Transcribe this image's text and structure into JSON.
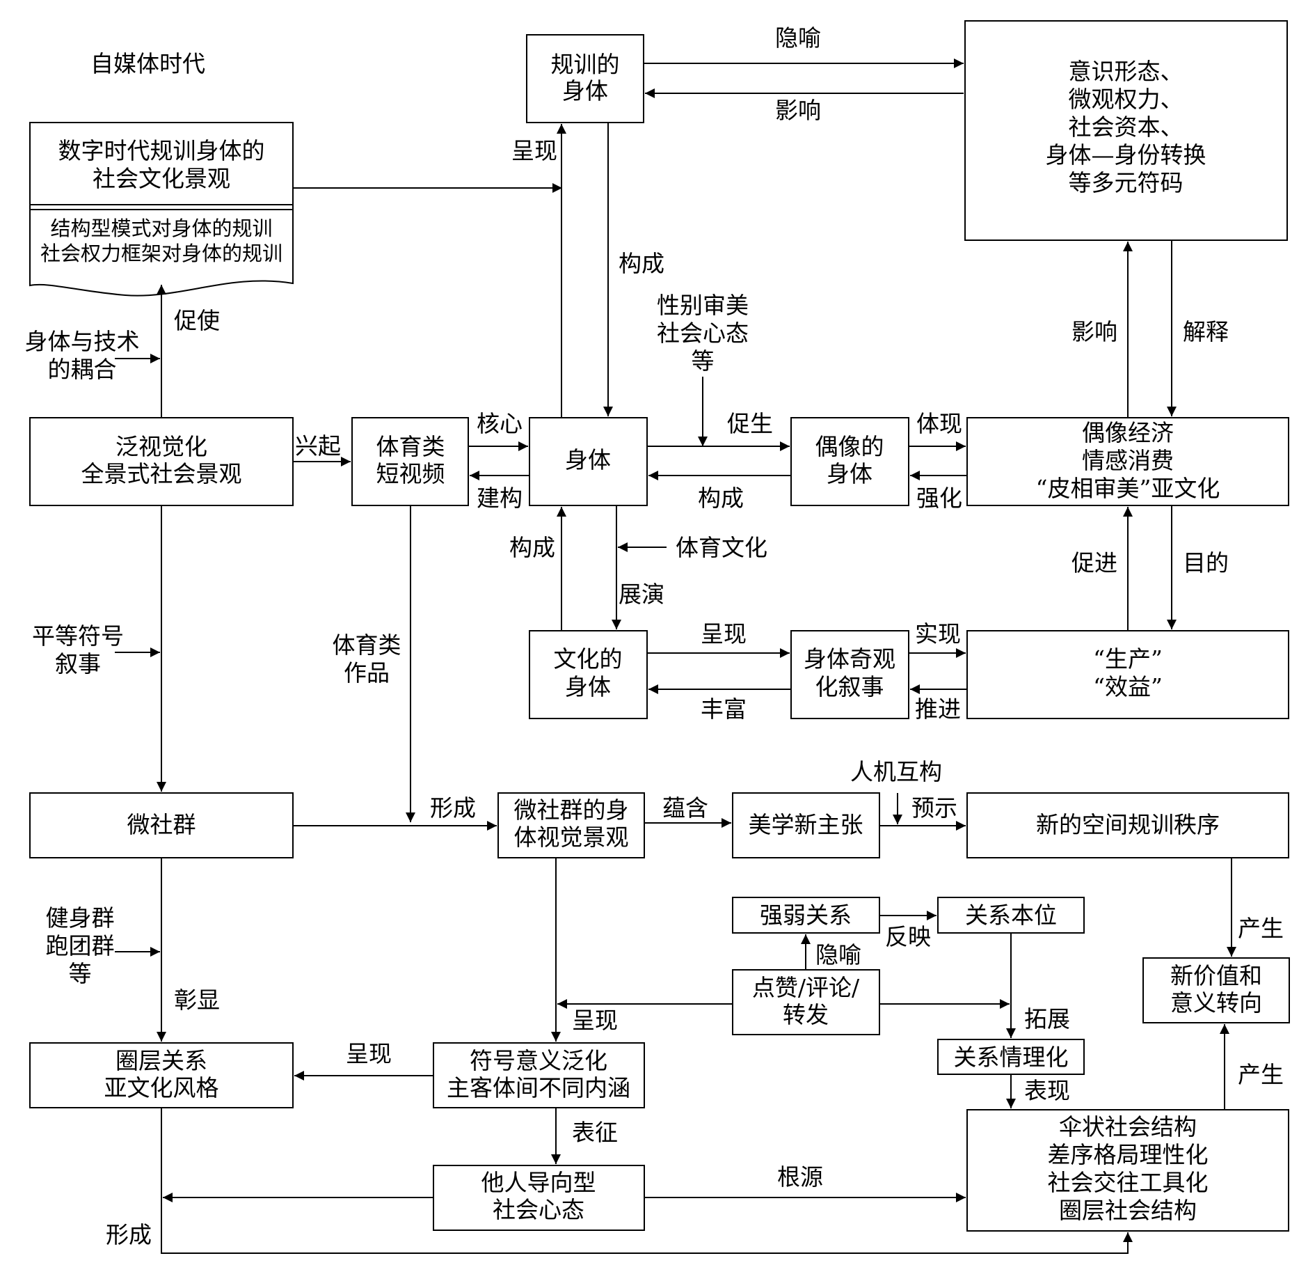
{
  "title": "自媒体时代",
  "boxes": {
    "disciplined_body": [
      "规训的",
      "身体"
    ],
    "codes": [
      "意识形态、",
      "微观权力、",
      "社会资本、",
      "身体—身份转换",
      "等多元符码"
    ],
    "doc_title": [
      "数字时代规训身体的",
      "社会文化景观"
    ],
    "doc_body": [
      "结构型模式对身体的规训",
      "社会权力框架对身体的规训"
    ],
    "pan_visual": [
      "泛视觉化",
      "全景式社会景观"
    ],
    "sports_short_video": [
      "体育类",
      "短视频"
    ],
    "body": [
      "身体"
    ],
    "idol_body": [
      "偶像的",
      "身体"
    ],
    "idol_economy": [
      "偶像经济",
      "情感消费",
      "“皮相审美”亚文化"
    ],
    "cultural_body": [
      "文化的",
      "身体"
    ],
    "spectacle_narrative": [
      "身体奇观",
      "化叙事"
    ],
    "production_benefit": [
      "“生产”",
      "“效益”"
    ],
    "micro_community": [
      "微社群"
    ],
    "micro_visual": [
      "微社群的身",
      "体视觉景观"
    ],
    "aesthetic": [
      "美学新主张"
    ],
    "new_order": [
      "新的空间规训秩序"
    ],
    "strong_weak": [
      "强弱关系"
    ],
    "relation_based": [
      "关系本位"
    ],
    "like_comment": [
      "点赞/评论/",
      "转发"
    ],
    "relation_reason": [
      "关系情理化"
    ],
    "new_value": [
      "新价值和",
      "意义转向"
    ],
    "circle": [
      "圈层关系",
      "亚文化风格"
    ],
    "symbol": [
      "符号意义泛化",
      "主客体间不同内涵"
    ],
    "other_directed": [
      "他人导向型",
      "社会心态"
    ],
    "umbrella": [
      "伞状社会结构",
      "差序格局理性化",
      "社会交往工具化",
      "圈层社会结构"
    ]
  },
  "labels": {
    "metaphor_top": "隐喻",
    "influence_top": "影响",
    "present_1": "呈现",
    "constitute_1": "构成",
    "promote_doc": "促使",
    "body_tech": [
      "身体与技术",
      "的耦合"
    ],
    "gender": [
      "性别审美",
      "社会心态",
      "等"
    ],
    "influence_right": "影响",
    "explain": "解释",
    "rise": "兴起",
    "core": "核心",
    "construct": "建构",
    "give_birth": "促生",
    "constitute_2": "构成",
    "embody": "体现",
    "strengthen": "强化",
    "constitute_3": "构成",
    "sports_culture": "体育文化",
    "unfold": "展演",
    "promote": "促进",
    "purpose": "目的",
    "equal_symbol": [
      "平等符号",
      "叙事"
    ],
    "sports_works": [
      "体育类",
      "作品"
    ],
    "present_2": "呈现",
    "enrich": "丰富",
    "realize": "实现",
    "advance": "推进",
    "human_machine": "人机互构",
    "form_1": "形成",
    "contain": "蕴含",
    "foreshadow": "预示",
    "fitness_groups": [
      "健身群",
      "跑团群",
      "等"
    ],
    "highlight": "彰显",
    "reflect": "反映",
    "metaphor_2": "隐喻",
    "produce_1": "产生",
    "present_3": "呈现",
    "expand": "拓展",
    "present_4": "呈现",
    "manifest": "表现",
    "produce_2": "产生",
    "characterize": "表征",
    "root": "根源",
    "form_2": "形成"
  }
}
